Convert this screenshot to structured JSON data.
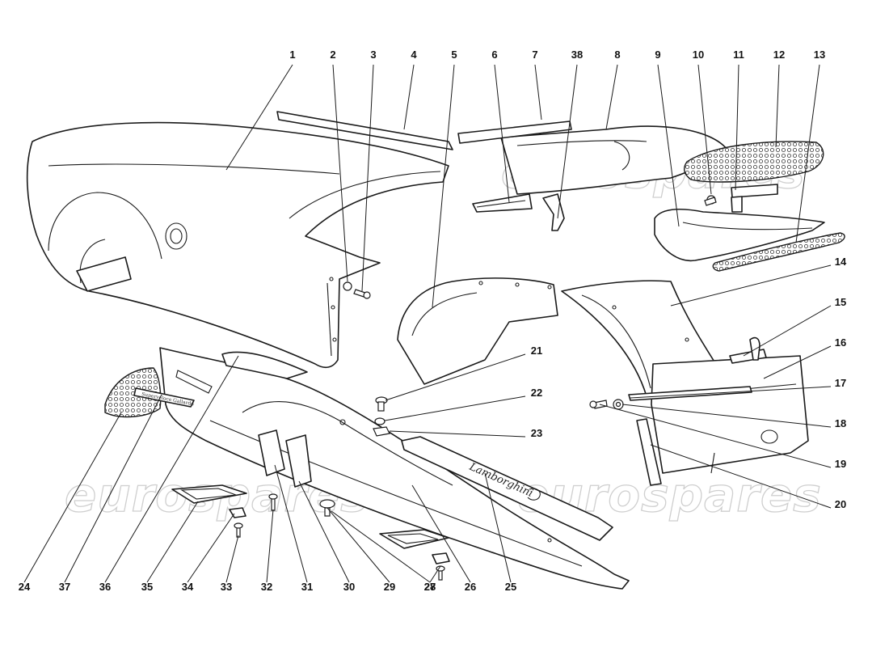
{
  "watermark": {
    "text": "eurospares"
  },
  "decals": {
    "plate_text": "Superveloce Gallardo",
    "script_text": "Lamborghini"
  },
  "callouts": [
    {
      "num": "1"
    },
    {
      "num": "2"
    },
    {
      "num": "3"
    },
    {
      "num": "4"
    },
    {
      "num": "5"
    },
    {
      "num": "6"
    },
    {
      "num": "7"
    },
    {
      "num": "38"
    },
    {
      "num": "8"
    },
    {
      "num": "9"
    },
    {
      "num": "10"
    },
    {
      "num": "11"
    },
    {
      "num": "12"
    },
    {
      "num": "13"
    },
    {
      "num": "14"
    },
    {
      "num": "15"
    },
    {
      "num": "16"
    },
    {
      "num": "17"
    },
    {
      "num": "18"
    },
    {
      "num": "19"
    },
    {
      "num": "20"
    },
    {
      "num": "21"
    },
    {
      "num": "22"
    },
    {
      "num": "23"
    },
    {
      "num": "24"
    },
    {
      "num": "37"
    },
    {
      "num": "36"
    },
    {
      "num": "35"
    },
    {
      "num": "34"
    },
    {
      "num": "33"
    },
    {
      "num": "32"
    },
    {
      "num": "31"
    },
    {
      "num": "30"
    },
    {
      "num": "29"
    },
    {
      "num": "28"
    },
    {
      "num": "27"
    },
    {
      "num": "26"
    },
    {
      "num": "25"
    }
  ]
}
